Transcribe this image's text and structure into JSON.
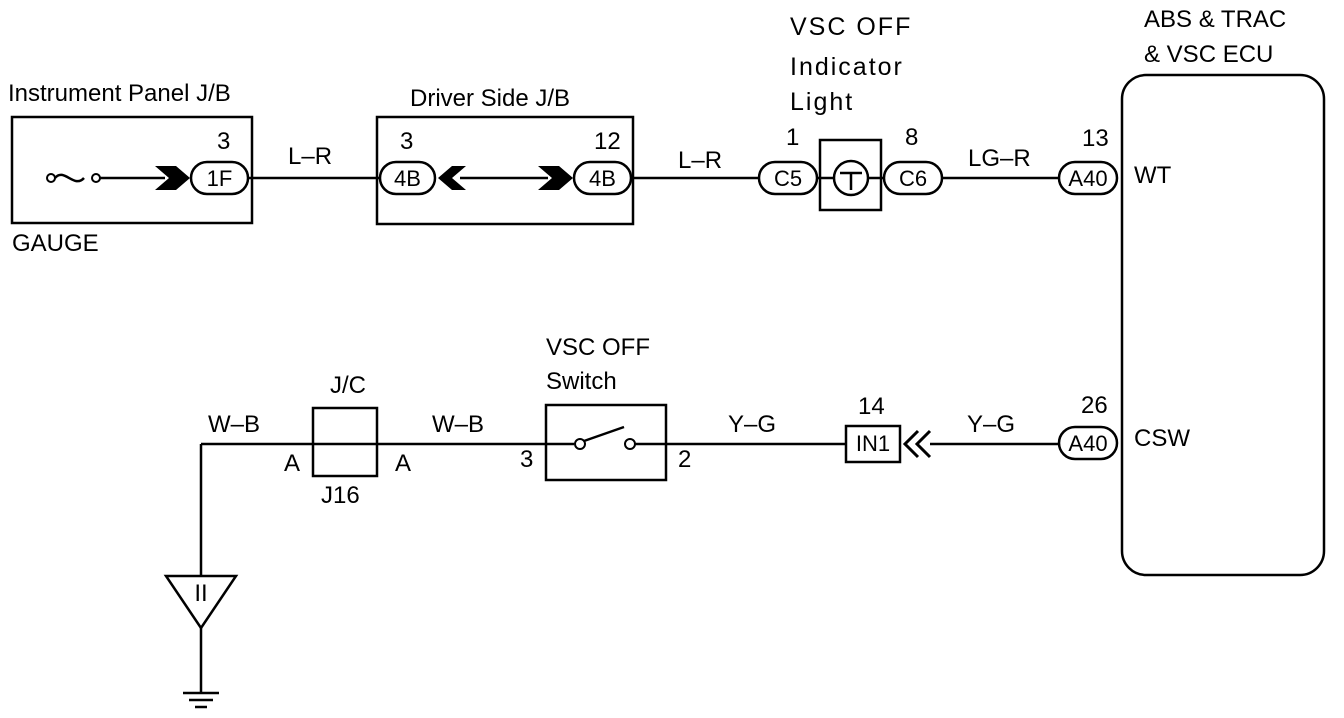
{
  "components": {
    "instrument_panel_jb": {
      "title": "Instrument Panel J/B",
      "fuse_label": "GAUGE",
      "pin": "3",
      "connector": "1F"
    },
    "driver_side_jb": {
      "title": "Driver Side J/B",
      "pin_left": "3",
      "connector_left": "4B",
      "pin_right": "12",
      "connector_right": "4B"
    },
    "indicator_light": {
      "title_line1": "VSC OFF",
      "title_line2": "Indicator",
      "title_line3": "Light",
      "pin_left": "1",
      "connector_left": "C5",
      "pin_right": "8",
      "connector_right": "C6"
    },
    "ecu": {
      "title_line1": "ABS & TRAC",
      "title_line2": "& VSC ECU",
      "pin_wt": "13",
      "connector_wt": "A40",
      "terminal_wt": "WT",
      "pin_csw": "26",
      "connector_csw": "A40",
      "terminal_csw": "CSW"
    },
    "jc": {
      "title": "J/C",
      "connector": "J16",
      "pin_left": "A",
      "pin_right": "A"
    },
    "switch": {
      "title_line1": "VSC OFF",
      "title_line2": "Switch",
      "pin_left": "3",
      "pin_right": "2"
    },
    "in1": {
      "pin": "14",
      "connector": "IN1"
    },
    "ground_point": {
      "label": "II"
    }
  },
  "wires": {
    "gauge_to_driver_jb": "L–R",
    "driver_jb_to_light": "L–R",
    "light_to_ecu": "LG–R",
    "ground_to_jc": "W–B",
    "jc_to_switch": "W–B",
    "switch_to_in1": "Y–G",
    "in1_to_ecu": "Y–G"
  }
}
